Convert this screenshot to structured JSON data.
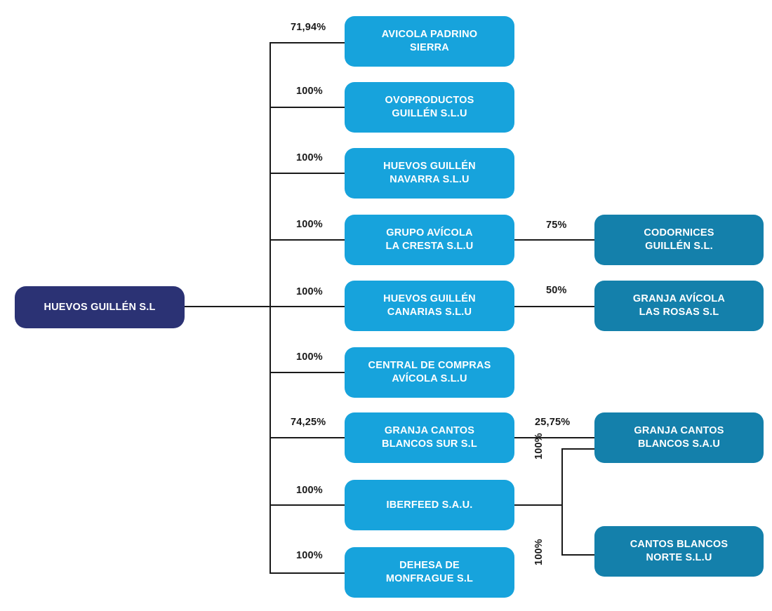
{
  "diagram": {
    "title": "Organigrama societario Huevos Guillén",
    "colors": {
      "root": "#2b3274",
      "level1": "#17a3dc",
      "level2": "#1480ab",
      "line": "#1a1a1a",
      "label_text": "#1a1a1a",
      "node_text": "#ffffff",
      "background": "#ffffff"
    },
    "root": {
      "label": "HUEVOS GUILLÉN S.L"
    },
    "level1_nodes": [
      {
        "label": "AVICOLA PADRINO\nSIERRA",
        "pct": "71,94%"
      },
      {
        "label": "OVOPRODUCTOS\nGUILLÉN S.L.U",
        "pct": "100%"
      },
      {
        "label": "HUEVOS GUILLÉN\nNAVARRA S.L.U",
        "pct": "100%"
      },
      {
        "label": "GRUPO AVÍCOLA\nLA CRESTA S.L.U",
        "pct": "100%"
      },
      {
        "label": "HUEVOS GUILLÉN\nCANARIAS S.L.U",
        "pct": "100%"
      },
      {
        "label": "CENTRAL DE COMPRAS\nAVÍCOLA S.L.U",
        "pct": "100%"
      },
      {
        "label": "GRANJA CANTOS\nBLANCOS SUR S.L",
        "pct": "74,25%"
      },
      {
        "label": "IBERFEED S.A.U.",
        "pct": "100%"
      },
      {
        "label": "DEHESA DE\nMONFRAGUE S.L",
        "pct": "100%"
      }
    ],
    "level2_nodes": [
      {
        "label": "CODORNICES\nGUILLÉN S.L.",
        "pct": "75%",
        "parent": "GRUPO AVÍCOLA LA CRESTA S.L.U"
      },
      {
        "label": "GRANJA AVÍCOLA\nLAS ROSAS S.L",
        "pct": "50%",
        "parent": "HUEVOS GUILLÉN CANARIAS S.L.U"
      },
      {
        "label": "GRANJA CANTOS\nBLANCOS S.A.U",
        "pct": "25,75%",
        "parent": "GRANJA CANTOS BLANCOS SUR S.L"
      },
      {
        "label": "CANTOS BLANCOS\nNORTE S.L.U",
        "pct": "100%",
        "parent": "IBERFEED S.A.U."
      }
    ],
    "bracket_labels": {
      "upper": "100%",
      "lower": "100%"
    }
  }
}
